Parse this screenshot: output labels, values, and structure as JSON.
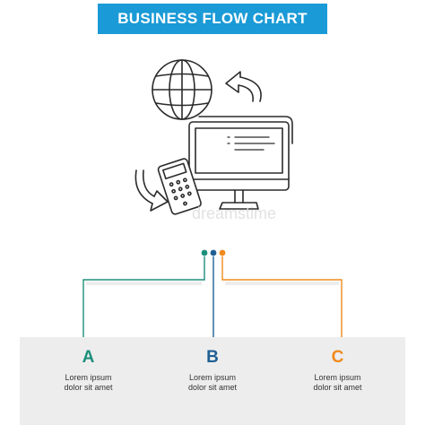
{
  "title": "BUSINESS FLOW CHART",
  "illustration": {
    "icons": [
      "globe-icon",
      "monitor-icon",
      "mobile-phone-icon",
      "cycle-arrows-icon"
    ],
    "watermark": "dreamstime"
  },
  "colors": {
    "banner": "#1a9ad6",
    "branch_a": "#1e8f7a",
    "branch_b": "#1f5f94",
    "branch_c": "#f08a1c",
    "card_bg": "#ededed"
  },
  "steps": [
    {
      "letter": "A",
      "line1": "Lorem ipsum",
      "line2": "dolor sit amet"
    },
    {
      "letter": "B",
      "line1": "Lorem ipsum",
      "line2": "dolor sit amet"
    },
    {
      "letter": "C",
      "line1": "Lorem ipsum",
      "line2": "dolor sit amet"
    }
  ]
}
